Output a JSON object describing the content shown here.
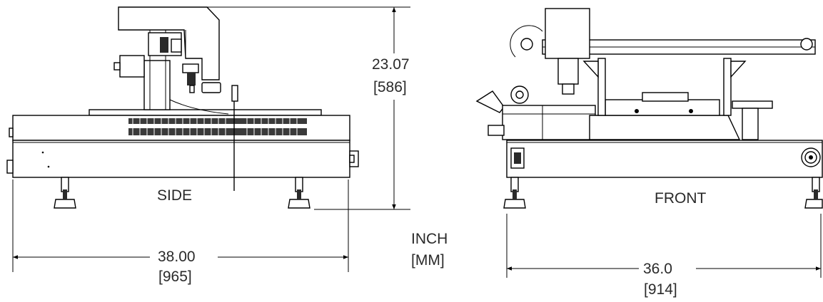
{
  "views": {
    "side": {
      "label": "SIDE",
      "height_in": "23.07",
      "height_mm": "[586]",
      "width_in": "38.00",
      "width_mm": "[965]"
    },
    "front": {
      "label": "FRONT",
      "width_in": "36.0",
      "width_mm": "[914]"
    }
  },
  "units": {
    "primary": "INCH",
    "secondary": "[MM]"
  }
}
